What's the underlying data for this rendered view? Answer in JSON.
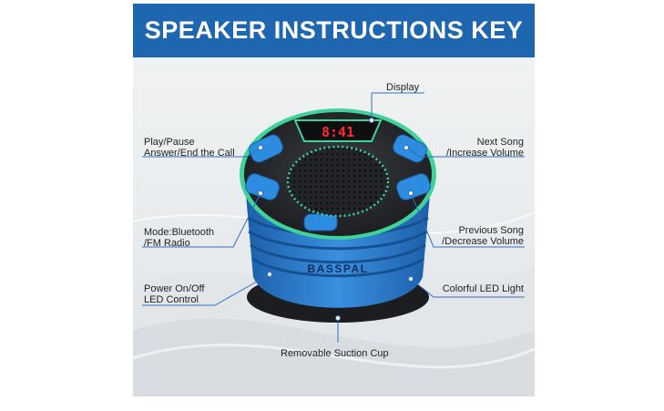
{
  "title": "SPEAKER INSTRUCTIONS KEY",
  "brand": "BASSPAL",
  "display_time": "8:41",
  "labels": {
    "display": "Display",
    "play_pause_1": "Play/Pause",
    "play_pause_2": "Answer/End the Call",
    "next_1": "Next Song",
    "next_2": "/Increase Volume",
    "mode_1": "Mode:Bluetooth",
    "mode_2": "/FM Radio",
    "prev_1": "Previous Song",
    "prev_2": "/Decrease Volume",
    "power_1": "Power On/Off",
    "power_2": "LED Control",
    "led": "Colorful LED Light",
    "suction": "Removable Suction Cup"
  },
  "colors": {
    "banner": "#1f66b1",
    "speaker_body": "#2f7fd0",
    "led_ring": "#3fd39a",
    "callout_line": "#2e6fc0"
  }
}
